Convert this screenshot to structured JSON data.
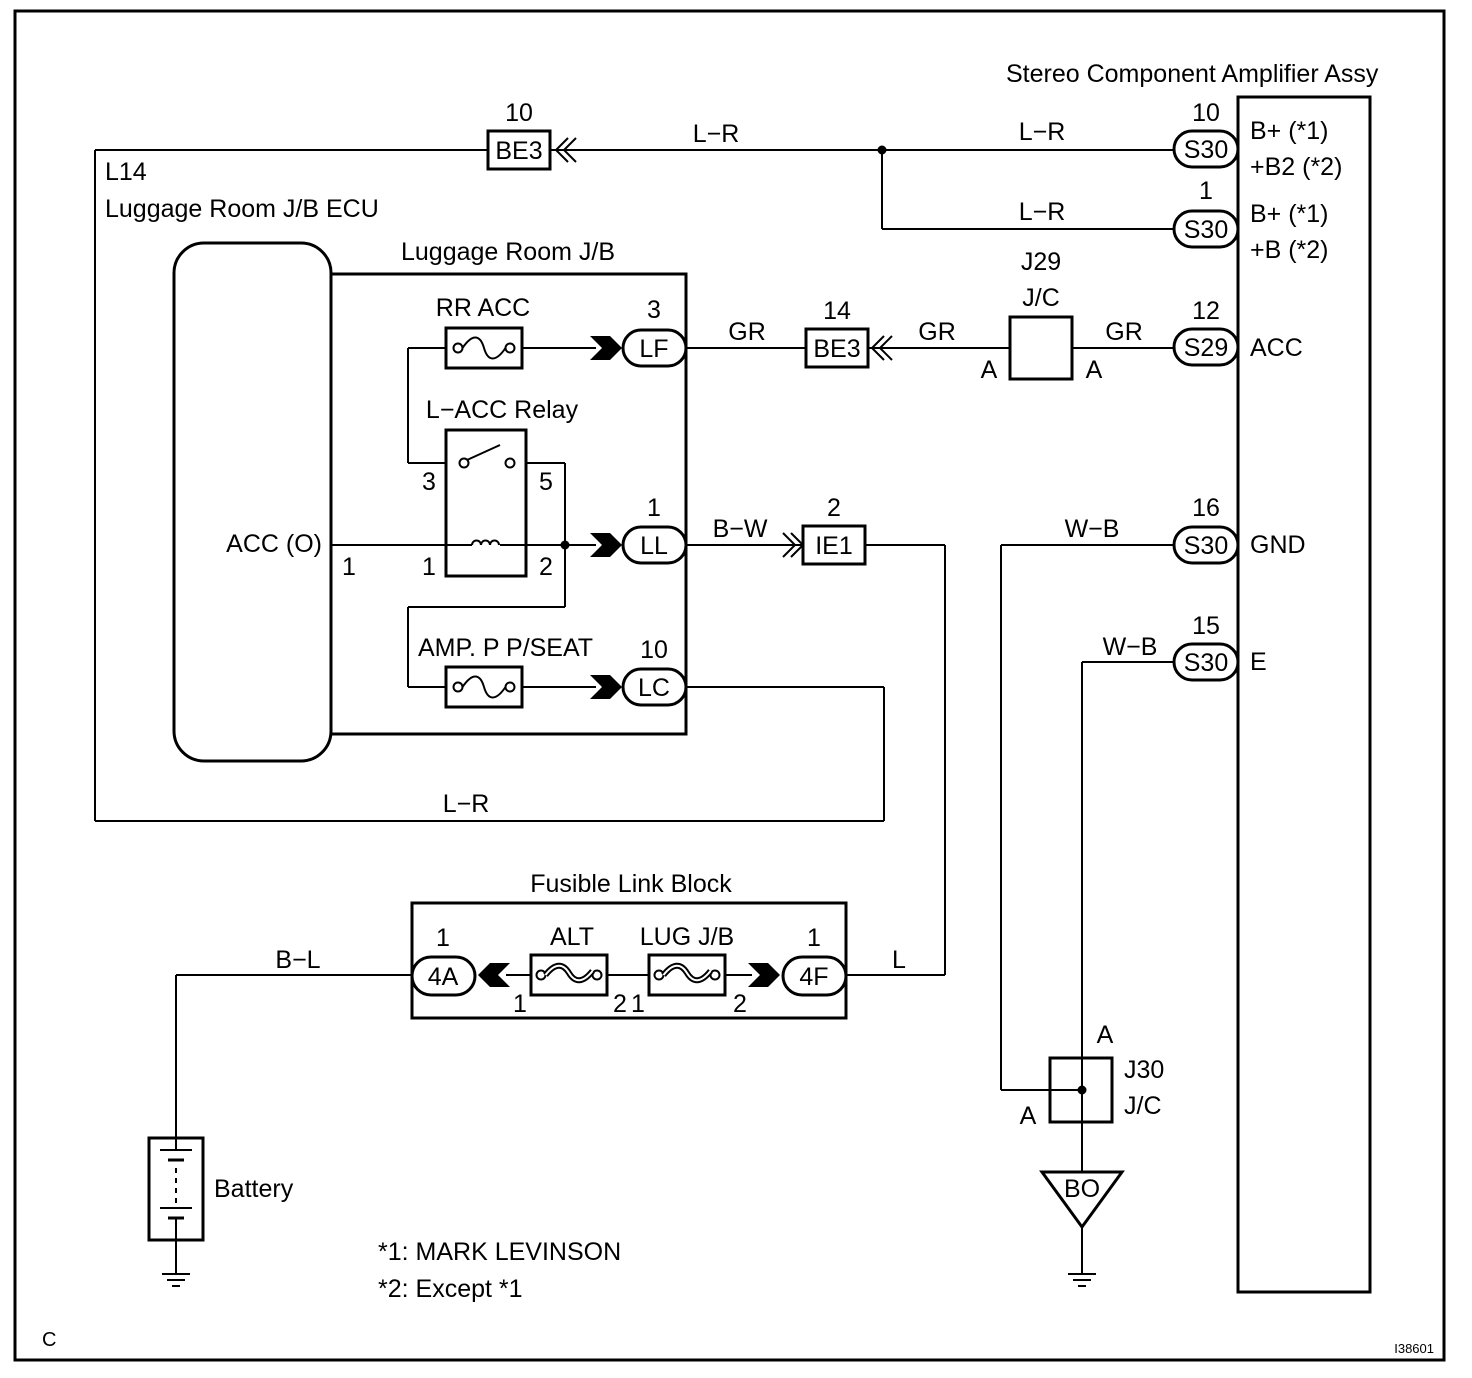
{
  "diagram": {
    "corner_label": "C",
    "figure_id": "I38601",
    "amplifier": {
      "title": "Stereo Component Amplifier Assy",
      "pins": [
        {
          "num": "10",
          "conn": "S30",
          "label_1": "B+ (*1)",
          "label_2": "+B2 (*2)"
        },
        {
          "num": "1",
          "conn": "S30",
          "label_1": "B+ (*1)",
          "label_2": "+B (*2)"
        },
        {
          "num": "12",
          "conn": "S29",
          "label_1": "ACC"
        },
        {
          "num": "16",
          "conn": "S30",
          "label_1": "GND"
        },
        {
          "num": "15",
          "conn": "S30",
          "label_1": "E"
        }
      ]
    },
    "ecu": {
      "code": "L14",
      "name": "Luggage Room J/B ECU",
      "acc_label": "ACC (O)",
      "acc_pin": "1"
    },
    "jb": {
      "title": "Luggage Room J/B",
      "rr_acc_fuse": "RR ACC",
      "relay": "L−ACC Relay",
      "amp_fuse": "AMP. P P/SEAT",
      "relay_pins": {
        "p3": "3",
        "p5": "5",
        "p1": "1",
        "p2": "2"
      },
      "conn_lf": {
        "num": "3",
        "label": "LF"
      },
      "conn_ll": {
        "num": "1",
        "label": "LL"
      },
      "conn_lc": {
        "num": "10",
        "label": "LC"
      }
    },
    "connectors": {
      "be3_top": {
        "num": "10",
        "label": "BE3"
      },
      "be3_mid": {
        "num": "14",
        "label": "BE3"
      },
      "ie1": {
        "num": "2",
        "label": "IE1"
      }
    },
    "j29": {
      "code": "J29",
      "type": "J/C",
      "pin_left": "A",
      "pin_right": "A"
    },
    "j30": {
      "code": "J30",
      "type": "J/C",
      "pin_top": "A",
      "pin_left": "A"
    },
    "ground_point": "BO",
    "fusible": {
      "title": "Fusible Link Block",
      "alt": "ALT",
      "lug": "LUG J/B",
      "conn_4a": {
        "num": "1",
        "label": "4A"
      },
      "conn_4f": {
        "num": "1",
        "label": "4F"
      },
      "pins": {
        "alt_1": "1",
        "alt_2": "2",
        "lug_1": "1",
        "lug_2": "2"
      }
    },
    "wires": {
      "lr_top_left": "L−R",
      "lr_top_right": "L−R",
      "lr_second": "L−R",
      "gr_1": "GR",
      "gr_2": "GR",
      "gr_3": "GR",
      "bw": "B−W",
      "wb_gnd": "W−B",
      "wb_e": "W−B",
      "lr_bottom": "L−R",
      "bl": "B−L",
      "l": "L"
    },
    "battery": "Battery",
    "notes": [
      "*1: MARK LEVINSON",
      "*2: Except *1"
    ]
  }
}
